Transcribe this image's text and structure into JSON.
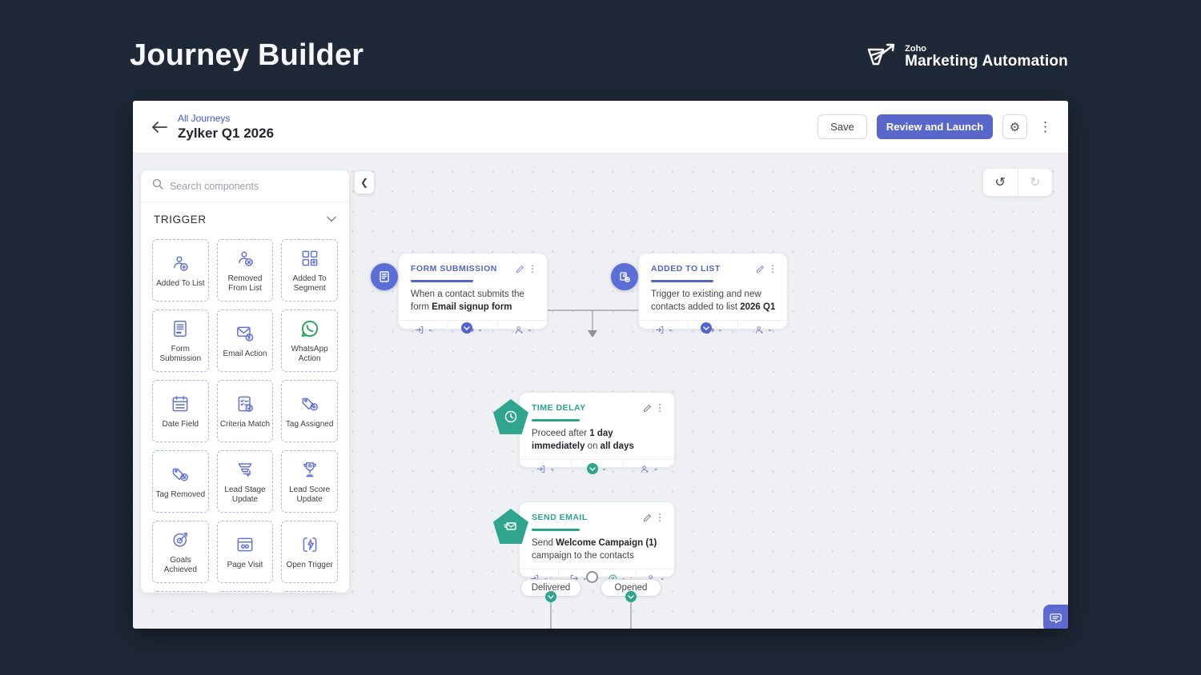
{
  "page": {
    "title": "Journey Builder"
  },
  "brand": {
    "company": "Zoho",
    "product": "Marketing Automation"
  },
  "window": {
    "breadcrumb": "All Journeys",
    "journey_title": "Zylker Q1 2026",
    "save_label": "Save",
    "review_label": "Review and Launch"
  },
  "icons": {
    "gear": "⚙",
    "kebab": "⋮",
    "undo": "↺",
    "redo": "↻",
    "collapse": "❮"
  },
  "sidebar": {
    "search_placeholder": "Search components",
    "section": "TRIGGER",
    "items": [
      {
        "label": "Added To List",
        "icon": "list-person-add-icon"
      },
      {
        "label": "Removed From List",
        "icon": "list-person-remove-icon"
      },
      {
        "label": "Added To Segment",
        "icon": "segment-add-icon"
      },
      {
        "label": "Form Submission",
        "icon": "form-document-icon"
      },
      {
        "label": "Email Action",
        "icon": "email-bolt-icon"
      },
      {
        "label": "WhatsApp Action",
        "icon": "whatsapp-icon"
      },
      {
        "label": "Date Field",
        "icon": "calendar-icon"
      },
      {
        "label": "Criteria Match",
        "icon": "checklist-check-icon"
      },
      {
        "label": "Tag Assigned",
        "icon": "tag-add-icon"
      },
      {
        "label": "Tag Removed",
        "icon": "tag-remove-icon"
      },
      {
        "label": "Lead Stage Update",
        "icon": "funnel-update-icon"
      },
      {
        "label": "Lead Score Update",
        "icon": "trophy-icon"
      },
      {
        "label": "Goals Achieved",
        "icon": "target-arrow-icon"
      },
      {
        "label": "Page Visit",
        "icon": "browser-window-icon"
      },
      {
        "label": "Open Trigger",
        "icon": "brackets-bolt-icon"
      }
    ]
  },
  "canvas": {
    "dash": "-",
    "nodes": {
      "form_submission": {
        "title": "FORM SUBMISSION",
        "text1": "When a contact submits the form ",
        "bold1": "Email signup form"
      },
      "added_to_list": {
        "title": "ADDED TO LIST",
        "text1": "Trigger to existing and new contacts added to list ",
        "bold1": "2026 Q1"
      },
      "time_delay": {
        "title": "TIME DELAY",
        "text1": "Proceed after ",
        "bold1": "1 day immediately",
        "text2": " on ",
        "bold2": "all days"
      },
      "send_email": {
        "title": "SEND EMAIL",
        "text1": "Send ",
        "bold1": "Welcome Campaign (1)",
        "text2": " campaign to the contacts"
      }
    },
    "branches": {
      "delivered": "Delivered",
      "opened": "Opened"
    }
  },
  "colors": {
    "background_dark": "#1e2836",
    "accent_indigo": "#5a67ca",
    "node_indigo": "#5b6ed6",
    "accent_teal": "#2fa58d",
    "whatsapp_green": "#22a454",
    "canvas_bg": "#eef0f3"
  }
}
